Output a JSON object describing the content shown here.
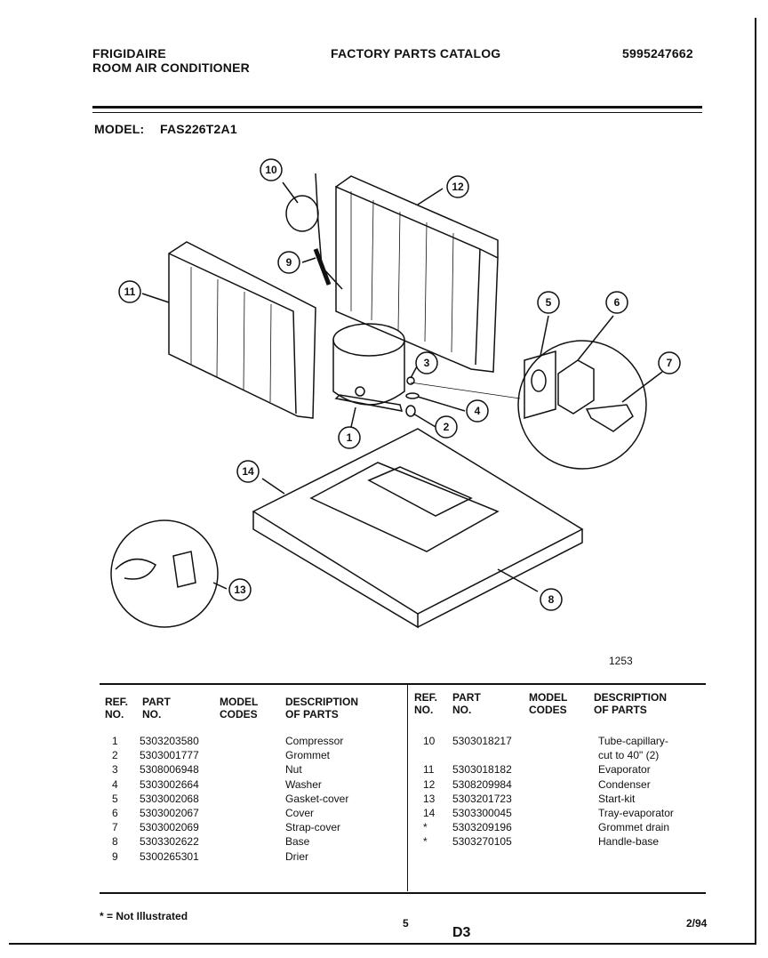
{
  "header": {
    "brand": "FRIGIDAIRE",
    "product": "ROOM AIR CONDITIONER",
    "catalog_title": "FACTORY PARTS CATALOG",
    "catalog_number": "5995247662"
  },
  "model": {
    "label": "MODEL:",
    "value": "FAS226T2A1"
  },
  "diagram": {
    "callouts": [
      "1",
      "2",
      "3",
      "4",
      "5",
      "6",
      "7",
      "8",
      "9",
      "10",
      "11",
      "12",
      "13",
      "14"
    ],
    "code": "1253"
  },
  "table": {
    "left_headers": {
      "ref": [
        "REF.",
        "NO."
      ],
      "part": [
        "PART",
        "NO."
      ],
      "model": [
        "MODEL",
        "CODES"
      ],
      "desc": [
        "DESCRIPTION",
        "OF PARTS"
      ]
    },
    "right_headers": {
      "ref": [
        "REF.",
        "NO."
      ],
      "part": [
        "PART",
        "NO."
      ],
      "model": [
        "MODEL",
        "CODES"
      ],
      "desc": [
        "DESCRIPTION",
        "OF PARTS"
      ]
    },
    "left_rows": [
      {
        "ref": "1",
        "part": "5303203580",
        "desc": "Compressor"
      },
      {
        "ref": "2",
        "part": "5303001777",
        "desc": "Grommet"
      },
      {
        "ref": "3",
        "part": "5308006948",
        "desc": "Nut"
      },
      {
        "ref": "4",
        "part": "5303002664",
        "desc": "Washer"
      },
      {
        "ref": "5",
        "part": "5303002068",
        "desc": "Gasket-cover"
      },
      {
        "ref": "6",
        "part": "5303002067",
        "desc": "Cover"
      },
      {
        "ref": "7",
        "part": "5303002069",
        "desc": "Strap-cover"
      },
      {
        "ref": "8",
        "part": "5303302622",
        "desc": "Base"
      },
      {
        "ref": "9",
        "part": "5300265301",
        "desc": "Drier"
      }
    ],
    "right_rows": [
      {
        "ref": "10",
        "part": "5303018217",
        "desc": "Tube-capillary-"
      },
      {
        "ref": "",
        "part": "",
        "desc": "cut to 40\" (2)"
      },
      {
        "ref": "11",
        "part": "5303018182",
        "desc": "Evaporator"
      },
      {
        "ref": "12",
        "part": "5308209984",
        "desc": "Condenser"
      },
      {
        "ref": "13",
        "part": "5303201723",
        "desc": "Start-kit"
      },
      {
        "ref": "14",
        "part": "5303300045",
        "desc": "Tray-evaporator"
      },
      {
        "ref": "*",
        "part": "5303209196",
        "desc": "Grommet drain"
      },
      {
        "ref": "*",
        "part": "5303270105",
        "desc": "Handle-base"
      }
    ]
  },
  "footer": {
    "note": "* = Not Illustrated",
    "page": "5",
    "section": "D3",
    "date": "2/94"
  }
}
